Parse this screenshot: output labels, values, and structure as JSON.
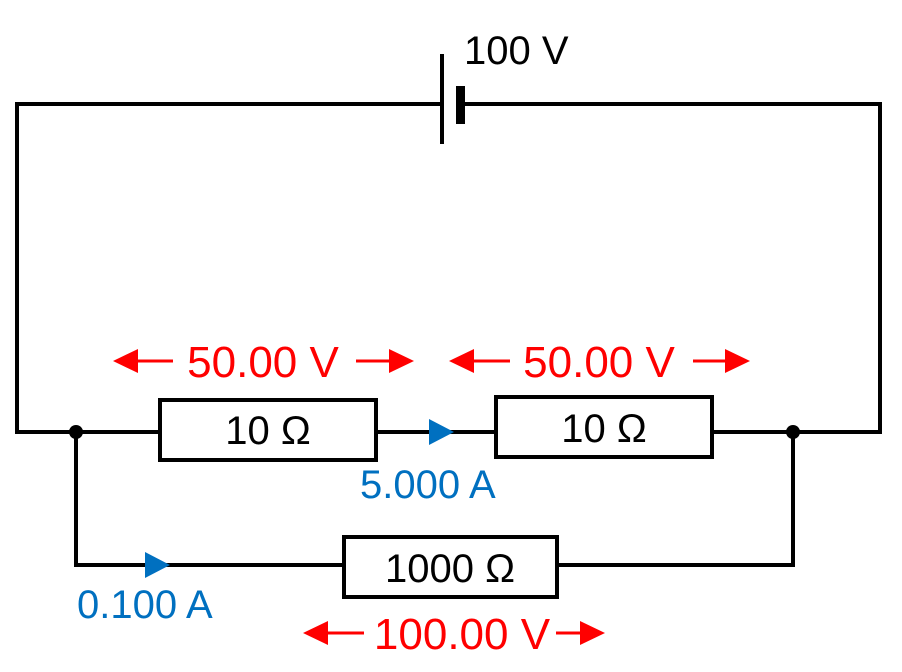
{
  "colors": {
    "wire": "#000000",
    "voltage": "#ff0000",
    "current": "#0070c0"
  },
  "battery": {
    "label": "100 V",
    "icon": "battery-icon"
  },
  "resistors": [
    {
      "id": "r1",
      "label": "10 Ω"
    },
    {
      "id": "r2",
      "label": "10 Ω"
    },
    {
      "id": "r3",
      "label": "1000 Ω"
    }
  ],
  "voltages": [
    {
      "target": "r1",
      "label": "50.00 V"
    },
    {
      "target": "r2",
      "label": "50.00 V"
    },
    {
      "target": "r3",
      "label": "100.00 V"
    }
  ],
  "currents": [
    {
      "branch": "series",
      "label": "5.000 A"
    },
    {
      "branch": "parallel",
      "label": "0.100 A"
    }
  ]
}
